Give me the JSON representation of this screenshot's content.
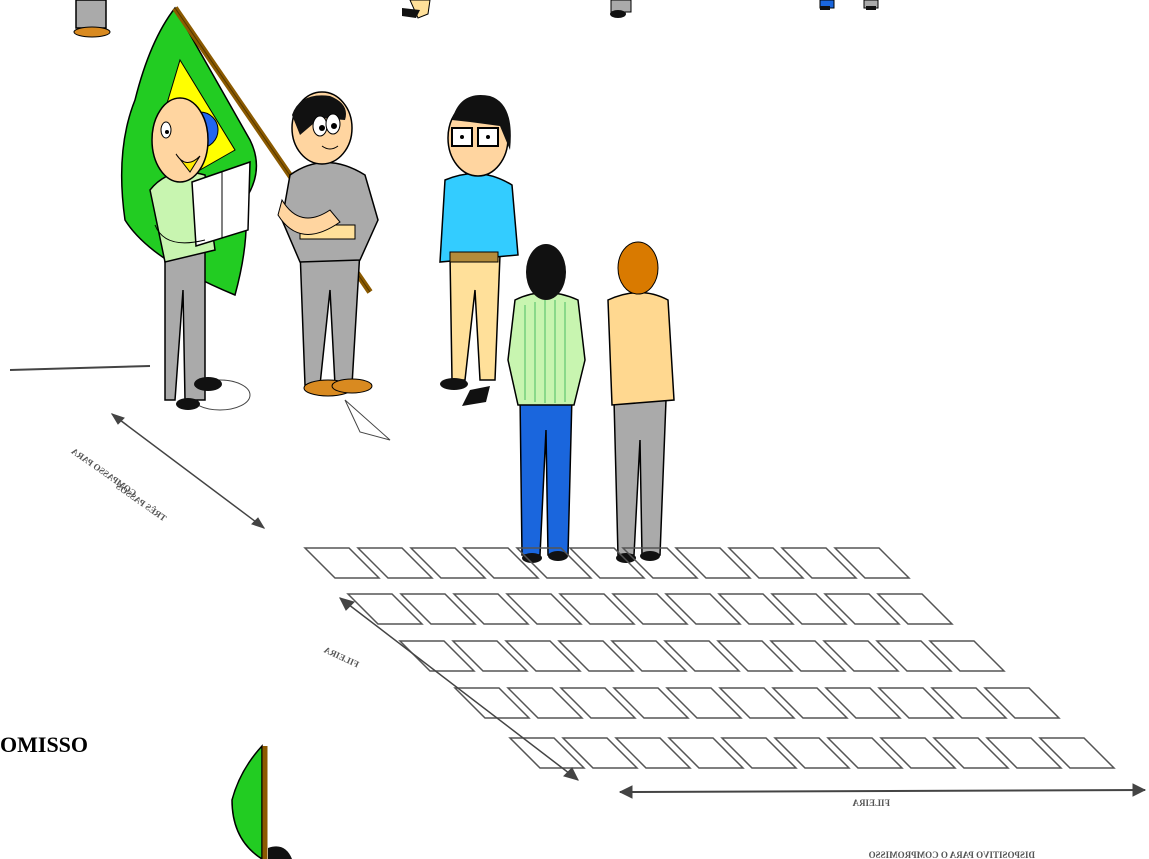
{
  "caption": {
    "text": "OMISSO"
  },
  "labels": {
    "distance_top": "COMPASSO PARA",
    "distance_bottom": "TRÊS PASSOS",
    "left_row": "FILEIRA",
    "bottom_row": "FILEIRA",
    "bottom_caption": "DISPOSITIVO PARA O COMPROMISSO"
  },
  "colors": {
    "flag_green": "#22cc22",
    "flag_yellow": "#ffff00",
    "flag_blue": "#2266ee",
    "skin": "#ffd5a0",
    "hair": "#111111",
    "shirt_light_green": "#c8f5b0",
    "shirt_cyan": "#33ccff",
    "pants_gray": "#aaaaaa",
    "pants_khaki": "#ffe09a",
    "pants_blue": "#1a66dd",
    "shirt_peach": "#ffd890",
    "hair_orange": "#d97a00"
  }
}
